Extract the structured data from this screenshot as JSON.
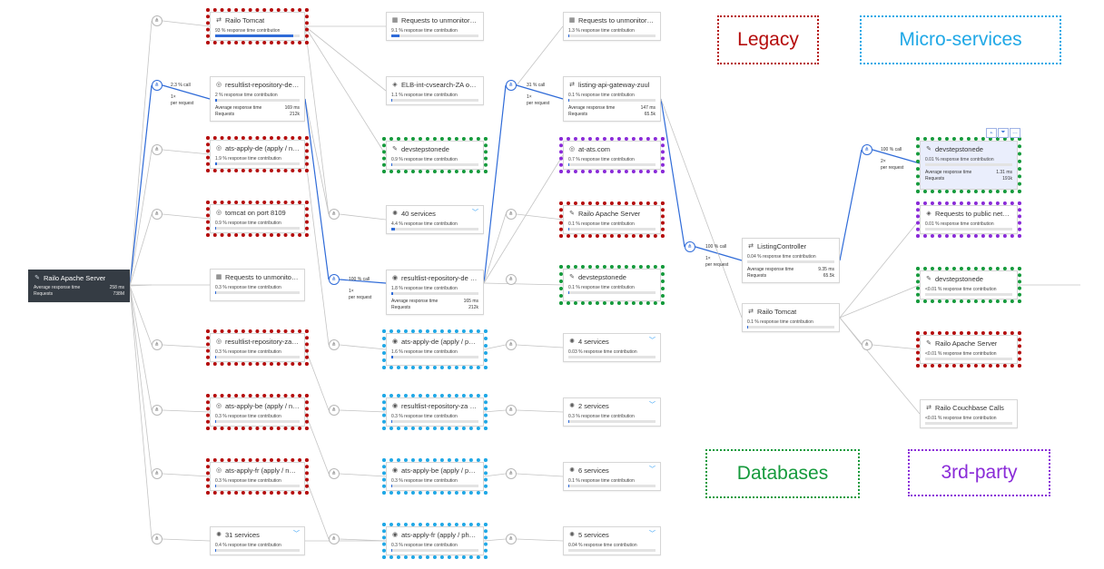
{
  "nodes": [
    {
      "id": "root",
      "icon": "✎",
      "name": "Railo Apache Server",
      "stats": [
        {
          "label": "Average response time",
          "value": "258 ms"
        },
        {
          "label": "Requests",
          "value": "738M"
        }
      ]
    },
    {
      "id": "c1n1",
      "icon": "⇄",
      "name": "Railo Tomcat",
      "contrib": "93 % response time contribution",
      "pct": 93
    },
    {
      "id": "c1n2",
      "icon": "◎",
      "name": "resultlist-repository-de [r...",
      "contrib": "2 % response time contribution",
      "pct": 2,
      "stats": [
        {
          "label": "Average response time",
          "value": "169 ms"
        },
        {
          "label": "Requests",
          "value": "212k"
        }
      ]
    },
    {
      "id": "c1n3",
      "icon": "◎",
      "name": "ats-apply-de (apply / ngi...",
      "contrib": "1.9 % response time contribution",
      "pct": 1.9
    },
    {
      "id": "c1n4",
      "icon": "◎",
      "name": "tomcat on port 8109",
      "contrib": "0.9 % response time contribution",
      "pct": 0.9
    },
    {
      "id": "c1n5",
      "icon": "▦",
      "name": "Requests to unmonitored ...",
      "contrib": "0.3 % response time contribution",
      "pct": 0.3
    },
    {
      "id": "c1n6",
      "icon": "◎",
      "name": "resultlist-repository-za [re...",
      "contrib": "0.3 % response time contribution",
      "pct": 0.3
    },
    {
      "id": "c1n7",
      "icon": "◎",
      "name": "ats-apply-be (apply / ng...",
      "contrib": "0.3 % response time contribution",
      "pct": 0.3
    },
    {
      "id": "c1n8",
      "icon": "◎",
      "name": "ats-apply-fr (apply / nginx)",
      "contrib": "0.3 % response time contribution",
      "pct": 0.3
    },
    {
      "id": "c1n9",
      "icon": "✺",
      "name": "31 services",
      "contrib": "0.4 % response time contribution",
      "pct": 0.4,
      "expand": true
    },
    {
      "id": "c2n1",
      "icon": "▦",
      "name": "Requests to unmonitored ...",
      "contrib": "9.1 % response time contribution",
      "pct": 9.1
    },
    {
      "id": "c2n2",
      "icon": "◈",
      "name": "ELB-int-cvsearch-ZA on p...",
      "contrib": "1.1 % response time contribution",
      "pct": 1.1
    },
    {
      "id": "c2n3",
      "icon": "✎",
      "name": "devstepstonede",
      "contrib": "0.9 % response time contribution",
      "pct": 0.9
    },
    {
      "id": "c2n4",
      "icon": "✺",
      "name": "40 services",
      "contrib": "4.4 % response time contribution",
      "pct": 4.4,
      "expand": true
    },
    {
      "id": "c2n5",
      "icon": "◉",
      "name": "resultlist-repository-de [r...",
      "contrib": "1.8 % response time contribution",
      "pct": 1.8,
      "stats": [
        {
          "label": "Average response time",
          "value": "165 ms"
        },
        {
          "label": "Requests",
          "value": "212k"
        }
      ]
    },
    {
      "id": "c2n6",
      "icon": "◉",
      "name": "ats-apply-de (apply / php...",
      "contrib": "1.6 % response time contribution",
      "pct": 1.6
    },
    {
      "id": "c2n7",
      "icon": "◉",
      "name": "resultlist-repository-za (re...",
      "contrib": "0.3 % response time contribution",
      "pct": 0.3
    },
    {
      "id": "c2n8",
      "icon": "◉",
      "name": "ats-apply-be (apply / php...",
      "contrib": "0.3 % response time contribution",
      "pct": 0.3
    },
    {
      "id": "c2n9",
      "icon": "◉",
      "name": "ats-apply-fr (apply / php-...",
      "contrib": "0.3 % response time contribution",
      "pct": 0.3
    },
    {
      "id": "c3n1",
      "icon": "▦",
      "name": "Requests to unmonitored ...",
      "contrib": "1.3 % response time contribution",
      "pct": 1.3
    },
    {
      "id": "c3n2",
      "icon": "⇄",
      "name": "listing-api-gateway-zuul",
      "contrib": "0.1 % response time contribution",
      "pct": 0.1,
      "stats": [
        {
          "label": "Average response time",
          "value": "147 ms"
        },
        {
          "label": "Requests",
          "value": "65.5k"
        }
      ]
    },
    {
      "id": "c3n3",
      "icon": "◎",
      "name": "at-ats.com",
      "contrib": "0.7 % response time contribution",
      "pct": 0.7
    },
    {
      "id": "c3n4",
      "icon": "✎",
      "name": "Railo Apache Server",
      "contrib": "0.1 % response time contribution",
      "pct": 0.1
    },
    {
      "id": "c3n5",
      "icon": "✎",
      "name": "devstepstonede",
      "contrib": "0.1 % response time contribution",
      "pct": 0.1
    },
    {
      "id": "c3n6",
      "icon": "✺",
      "name": "4 services",
      "contrib": "0.03 % response time contribution",
      "pct": 0.03,
      "expand": true
    },
    {
      "id": "c3n7",
      "icon": "✺",
      "name": "2 services",
      "contrib": "0.3 % response time contribution",
      "pct": 0.3,
      "expand": true
    },
    {
      "id": "c3n8",
      "icon": "✺",
      "name": "6 services",
      "contrib": "0.1 % response time contribution",
      "pct": 0.1,
      "expand": true
    },
    {
      "id": "c3n9",
      "icon": "✺",
      "name": "5 services",
      "contrib": "0.04 % response time contribution",
      "pct": 0.04,
      "expand": true
    },
    {
      "id": "c4n1",
      "icon": "⇄",
      "name": "ListingController",
      "contrib": "0.04 % response time contribution",
      "pct": 0.04,
      "stats": [
        {
          "label": "Average response time",
          "value": "9.35 ms"
        },
        {
          "label": "Requests",
          "value": "65.5k"
        }
      ]
    },
    {
      "id": "c4n2",
      "icon": "⇄",
      "name": "Railo Tomcat",
      "contrib": "0.1 % response time contribution",
      "pct": 0.1
    },
    {
      "id": "c5n1",
      "icon": "✎",
      "name": "devstepstonede",
      "contrib": "0.01 % response time contribution",
      "pct": 0.01,
      "stats": [
        {
          "label": "Average response time",
          "value": "1.31 ms"
        },
        {
          "label": "Requests",
          "value": "191k"
        }
      ]
    },
    {
      "id": "c5n2",
      "icon": "◈",
      "name": "Requests to public netw...",
      "contrib": "0.01 % response time contribution",
      "pct": 0.01
    },
    {
      "id": "c5n3",
      "icon": "✎",
      "name": "devstepstonede",
      "contrib": "<0.01 % response time contribution",
      "pct": 0.01
    },
    {
      "id": "c5n4",
      "icon": "✎",
      "name": "Railo Apache Server",
      "contrib": "<0.01 % response time contribution",
      "pct": 0.01
    },
    {
      "id": "c5n5",
      "icon": "⇄",
      "name": "Railo Couchbase Calls",
      "contrib": "<0.01 % response time contribution",
      "pct": 0.01
    }
  ],
  "call_labels": [
    {
      "id": "L1",
      "lines": [
        "2.3 % call"
      ]
    },
    {
      "id": "L2",
      "lines": [
        "1×",
        "per request"
      ]
    },
    {
      "id": "L3",
      "lines": [
        "100 % call"
      ]
    },
    {
      "id": "L4",
      "lines": [
        "1×",
        "per request"
      ]
    },
    {
      "id": "L5",
      "lines": [
        "31 % call"
      ]
    },
    {
      "id": "L6",
      "lines": [
        "1×",
        "per request"
      ]
    },
    {
      "id": "L7",
      "lines": [
        "100 % call"
      ]
    },
    {
      "id": "L8",
      "lines": [
        "1×",
        "per request"
      ]
    },
    {
      "id": "L9",
      "lines": [
        "100 % call"
      ]
    },
    {
      "id": "L10",
      "lines": [
        "2×",
        "per request"
      ]
    }
  ],
  "legend": {
    "legacy": "Legacy",
    "micro": "Micro-services",
    "databases": "Databases",
    "third_party": "3rd-party"
  },
  "colors": {
    "legacy": "#b50d0d",
    "micro": "#20a8e6",
    "databases": "#159a3c",
    "third_party": "#8a2bd8",
    "active_edge": "#2f6bd8",
    "edge": "#c4c4c4"
  },
  "icons": {
    "junction": "network-junction-icon",
    "expand": "chevron-down-icon",
    "web_server": "web-server-icon",
    "web_service": "web-service-icon",
    "request": "request-icon",
    "database": "database-icon"
  },
  "toolbar": {
    "filter": "⏷",
    "analyze": "⫠",
    "menu": "…"
  }
}
